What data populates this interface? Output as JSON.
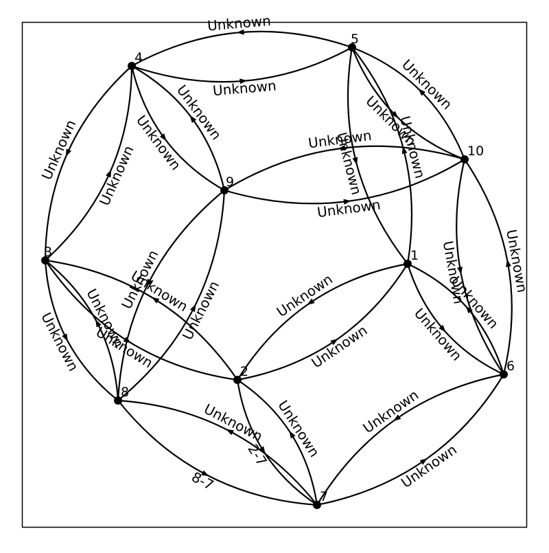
{
  "graph": {
    "nodes": [
      {
        "id": "1",
        "label": "1"
      },
      {
        "id": "2",
        "label": "2"
      },
      {
        "id": "3",
        "label": "3"
      },
      {
        "id": "4",
        "label": "4"
      },
      {
        "id": "5",
        "label": "5"
      },
      {
        "id": "6",
        "label": "6"
      },
      {
        "id": "7",
        "label": "7"
      },
      {
        "id": "8",
        "label": "8"
      },
      {
        "id": "9",
        "label": "9"
      },
      {
        "id": "10",
        "label": "10"
      }
    ],
    "edges": [
      {
        "from": "4",
        "to": "5",
        "label": "Unknown"
      },
      {
        "from": "5",
        "to": "4",
        "label": "Unknown"
      },
      {
        "from": "4",
        "to": "3",
        "label": "Unknown"
      },
      {
        "from": "3",
        "to": "4",
        "label": "Unknown"
      },
      {
        "from": "4",
        "to": "9",
        "label": "Unknown"
      },
      {
        "from": "9",
        "to": "4",
        "label": "Unknown"
      },
      {
        "from": "5",
        "to": "10",
        "label": "Unknown"
      },
      {
        "from": "10",
        "to": "5",
        "label": "Unknown"
      },
      {
        "from": "5",
        "to": "1",
        "label": "Unknown"
      },
      {
        "from": "1",
        "to": "5",
        "label": "Unknown"
      },
      {
        "from": "9",
        "to": "10",
        "label": "Unknown"
      },
      {
        "from": "10",
        "to": "9",
        "label": "Unknown"
      },
      {
        "from": "10",
        "to": "6",
        "label": "Unknown"
      },
      {
        "from": "6",
        "to": "10",
        "label": "Unknown"
      },
      {
        "from": "1",
        "to": "6",
        "label": "Unknown"
      },
      {
        "from": "6",
        "to": "1",
        "label": "Unknown"
      },
      {
        "from": "1",
        "to": "2",
        "label": "Unknown"
      },
      {
        "from": "2",
        "to": "1",
        "label": "Unknown"
      },
      {
        "from": "3",
        "to": "2",
        "label": "Unknown"
      },
      {
        "from": "2",
        "to": "3",
        "label": "Unknown"
      },
      {
        "from": "3",
        "to": "8",
        "label": "Unknown"
      },
      {
        "from": "8",
        "to": "3",
        "label": "Unknown"
      },
      {
        "from": "9",
        "to": "8",
        "label": "Unknown"
      },
      {
        "from": "8",
        "to": "9",
        "label": "Unknown"
      },
      {
        "from": "2",
        "to": "7",
        "label": "2-7"
      },
      {
        "from": "7",
        "to": "2",
        "label": "Unknown"
      },
      {
        "from": "8",
        "to": "7",
        "label": "8-7"
      },
      {
        "from": "7",
        "to": "8",
        "label": "Unknown"
      },
      {
        "from": "7",
        "to": "6",
        "label": "Unknown"
      },
      {
        "from": "6",
        "to": "7",
        "label": "Unknown"
      }
    ]
  }
}
